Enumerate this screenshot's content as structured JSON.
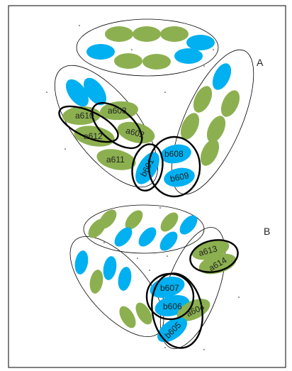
{
  "colors": {
    "green": "#8cb050",
    "blue": "#00b0f0",
    "stroke": "#000000",
    "text": "#222222"
  },
  "panels": [
    {
      "id": "A",
      "label": "A"
    },
    {
      "id": "B",
      "label": "B"
    }
  ],
  "labels": {
    "a603": "a603",
    "a610": "a610",
    "a612": "a612",
    "a602": "a602",
    "a611": "a611",
    "b601": "b601",
    "b608": "b608",
    "b609": "b609",
    "a613": "a613",
    "a614": "a614",
    "b607": "b607",
    "b606": "b606",
    "a604": "a604",
    "b605": "b605"
  }
}
